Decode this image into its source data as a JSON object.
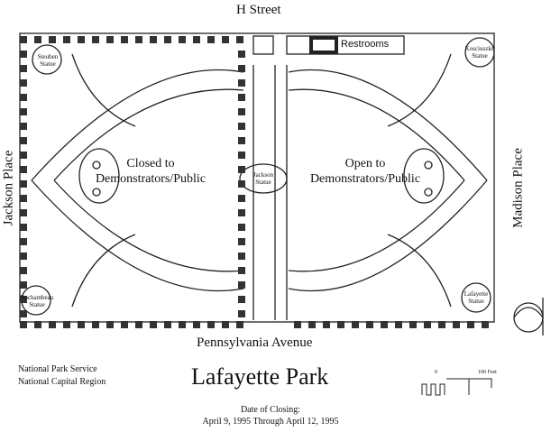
{
  "map": {
    "streets": {
      "north": "H Street",
      "south": "Pennsylvania Avenue",
      "west": "Jackson Place",
      "east": "Madison Place"
    },
    "areas": {
      "west": "Closed to Demonstrators/Public",
      "east": "Open to Demonstrators/Public"
    },
    "features": {
      "restrooms": "Restrooms",
      "statue_nw": "Steuben Statue",
      "statue_ne": "Kosciuszko Statue",
      "statue_sw": "Rochambeau Statue",
      "statue_se": "Lafayette Statue",
      "statue_center": "Jackson Statue"
    }
  },
  "footer": {
    "agency": "National Park Service",
    "region": "National Capital Region",
    "title": "Lafayette Park",
    "date_label": "Date of Closing:",
    "date_range": "April 9, 1995 Through April 12, 1995",
    "scale_start": "0",
    "scale_end": "100 Feet"
  }
}
